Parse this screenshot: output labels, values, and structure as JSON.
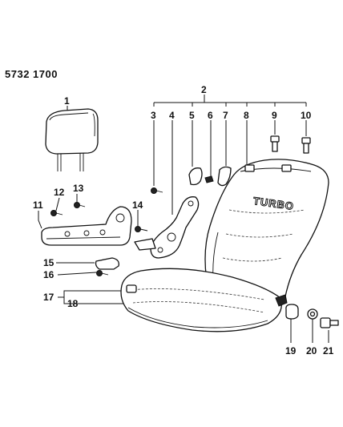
{
  "diagram": {
    "code": "5732 1700",
    "seat_stamp": "TURBO",
    "callouts": [
      "1",
      "2",
      "3",
      "4",
      "5",
      "6",
      "7",
      "8",
      "9",
      "10",
      "11",
      "12",
      "13",
      "14",
      "15",
      "16",
      "17",
      "18",
      "19",
      "20",
      "21"
    ]
  }
}
